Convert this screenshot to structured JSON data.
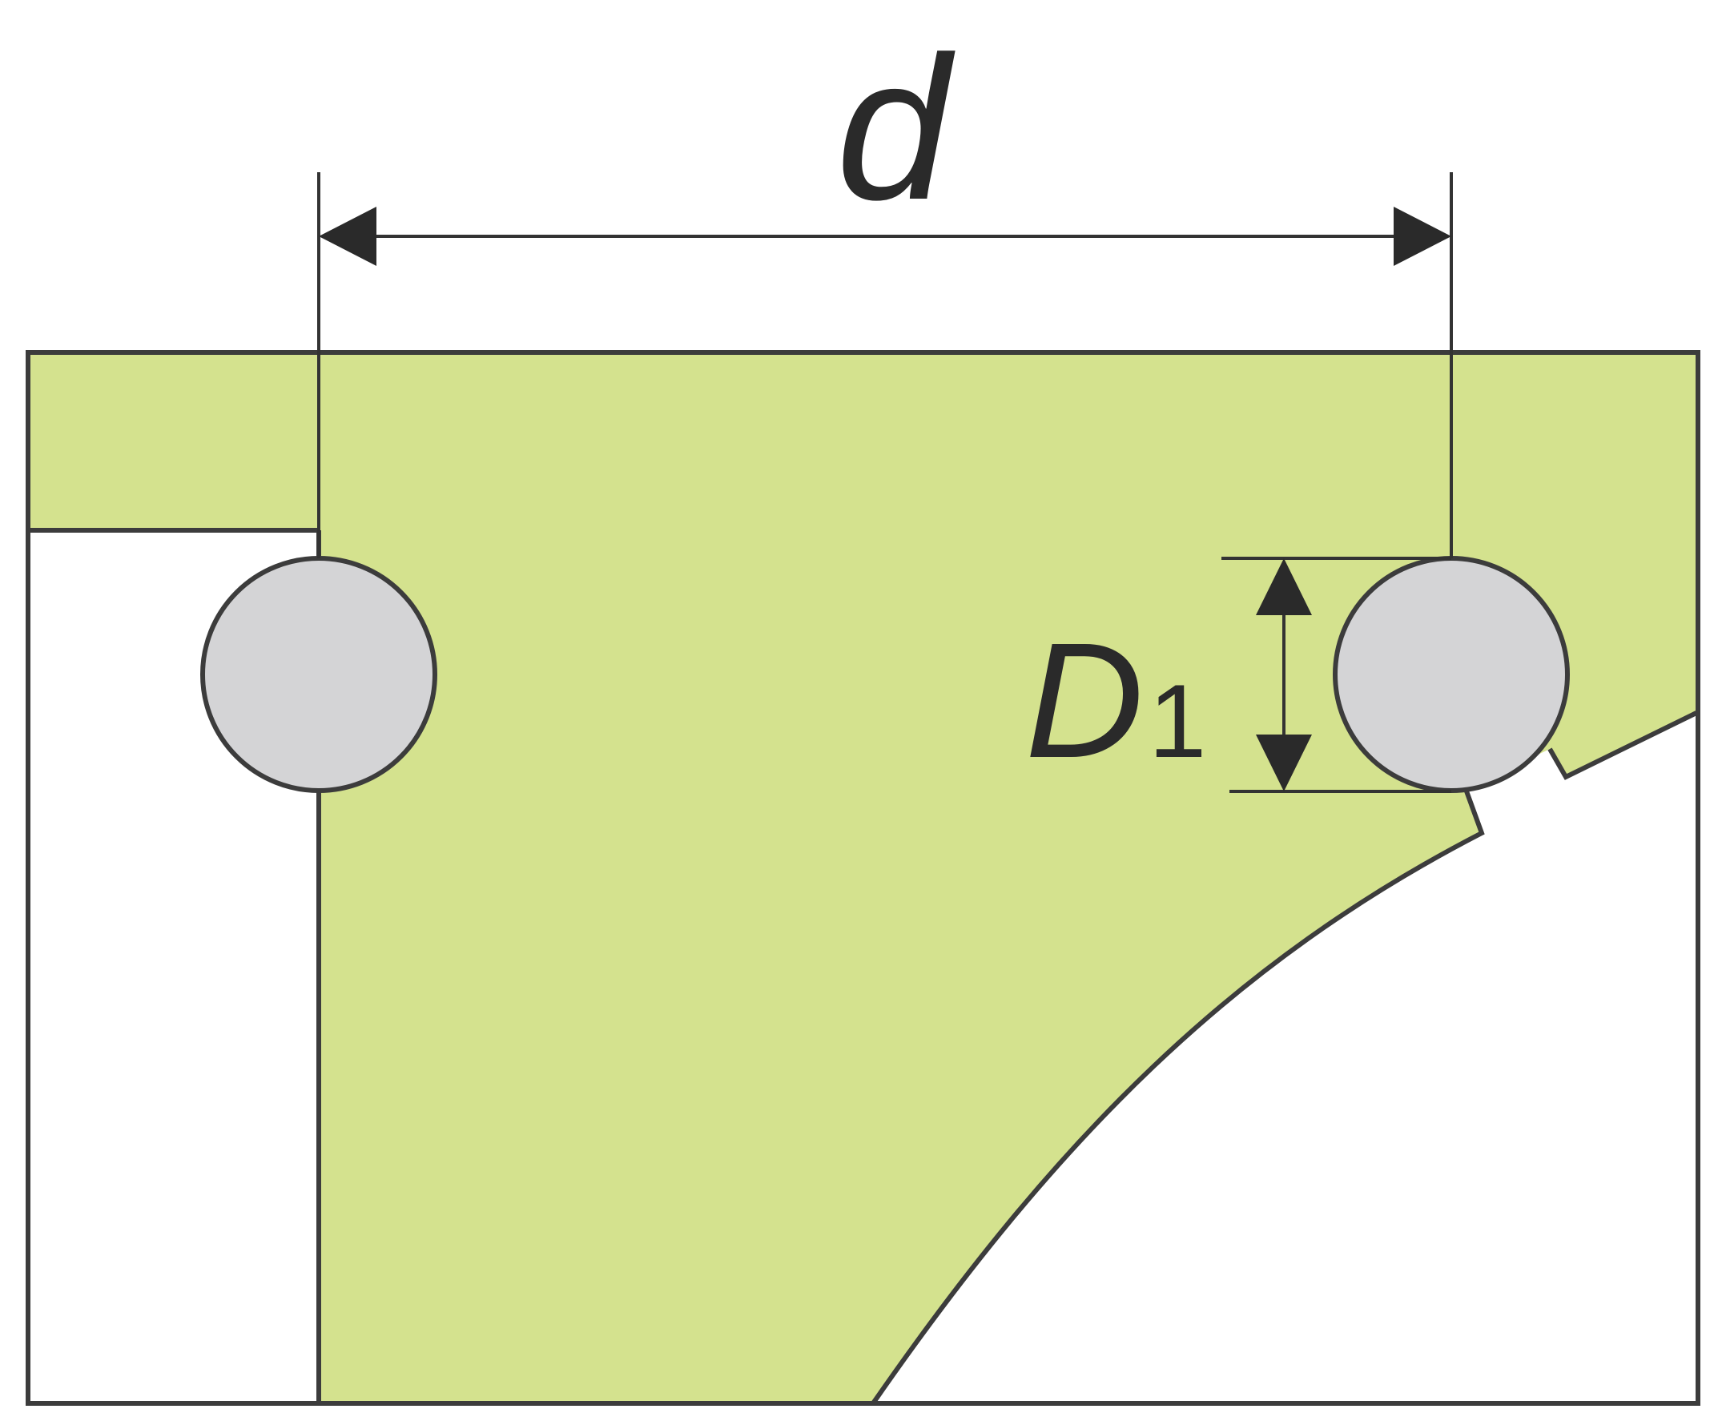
{
  "diagram": {
    "labels": {
      "distance": "d",
      "diameter_main": "D",
      "diameter_sub": "1"
    },
    "colors": {
      "body_fill": "#d4e28e",
      "ball_fill": "#d4d4d6",
      "outline": "#3c3c3c",
      "background": "#ffffff"
    }
  }
}
